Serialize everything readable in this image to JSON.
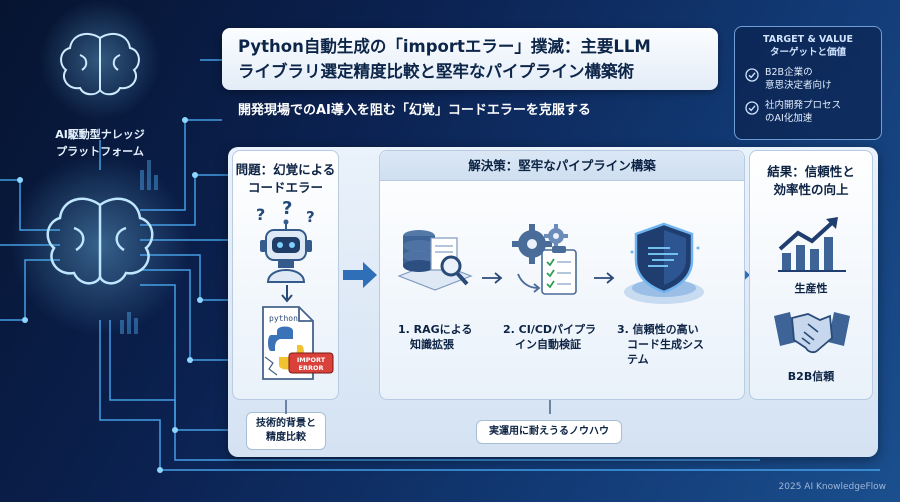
{
  "title": {
    "line1": "Python自動生成の「importエラー」撲滅：主要LLM",
    "line2": "ライブラリ選定精度比較と堅牢なパイプライン構築術"
  },
  "subtitle": "開発現場でのAI導入を阻む「幻覚」コードエラーを克服する",
  "brand": {
    "line1": "AI駆動型ナレッジ",
    "line2": "プラットフォーム"
  },
  "target": {
    "title_line1": "TARGET & VALUE",
    "title_line2": "ターゲットと価値",
    "items": [
      {
        "line1": "B2B企業の",
        "line2": "意思決定者向け"
      },
      {
        "line1": "社内開発プロセス",
        "line2": "のAI化加速"
      }
    ]
  },
  "problem": {
    "head_line1": "問題：幻覚による",
    "head_line2": "コードエラー",
    "file_label": "python",
    "error_line1": "IMPORT",
    "error_line2": "ERROR",
    "tag_line1": "技術的背景と",
    "tag_line2": "精度比較"
  },
  "solution": {
    "head": "解決策：堅牢なパイプライン構築",
    "steps": [
      {
        "line1": "1. RAGによる",
        "line2": "知識拡張",
        "line3": ""
      },
      {
        "line1": "2. CI/CDパイプラ",
        "line2": "イン自動検証",
        "line3": ""
      },
      {
        "line1": "3. 信頼性の高い",
        "line2": "コード生成シス",
        "line3": "テム"
      }
    ],
    "tag": "実運用に耐えうるノウハウ"
  },
  "result": {
    "head_line1": "結果：信頼性と",
    "head_line2": "効率性の向上",
    "productivity": "生産性",
    "trust": "B2B信頼"
  },
  "footer": "2025 AI KnowledgeFlow",
  "colors": {
    "accent": "#2f80d6",
    "error": "#d9413a",
    "dark_navy": "#0b2150"
  }
}
